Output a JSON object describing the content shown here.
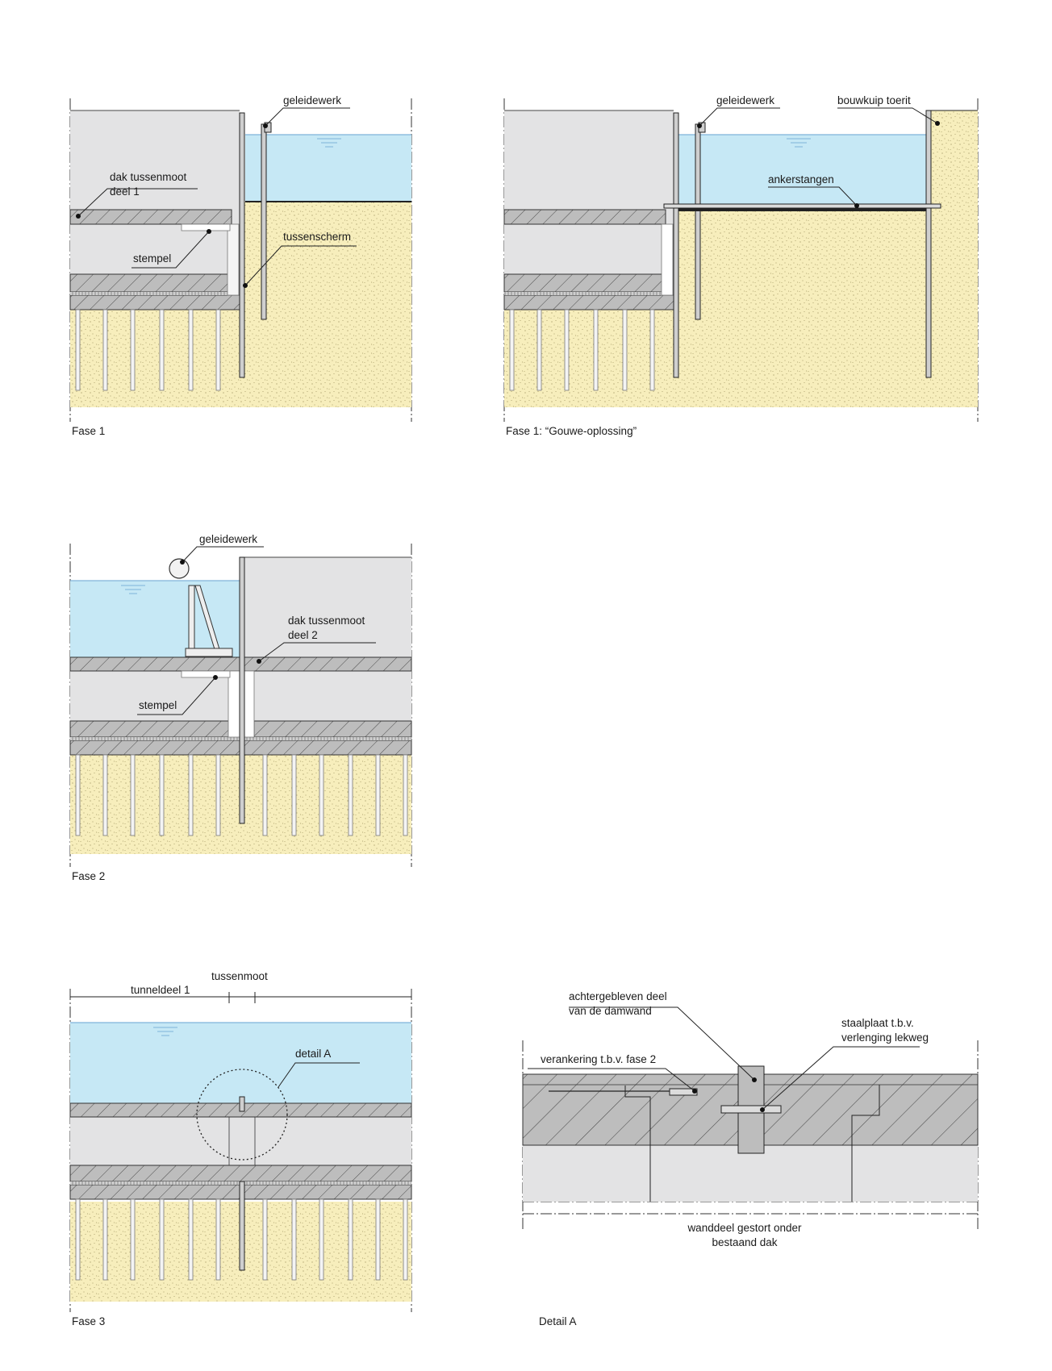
{
  "panels": {
    "fase1": {
      "caption": "Fase 1",
      "labels": {
        "geleidewerk": "geleidewerk",
        "dak_line1": "dak tussenmoot",
        "dak_line2": "deel 1",
        "stempel": "stempel",
        "tussenscherm": "tussenscherm"
      }
    },
    "gouwe": {
      "caption": "Fase 1: “Gouwe-oplossing”",
      "labels": {
        "geleidewerk": "geleidewerk",
        "bouwkuip": "bouwkuip toerit",
        "ankerstangen": "ankerstangen"
      }
    },
    "fase2": {
      "caption": "Fase 2",
      "labels": {
        "geleidewerk": "geleidewerk",
        "dak_line1": "dak tussenmoot",
        "dak_line2": "deel 2",
        "stempel": "stempel"
      }
    },
    "fase3": {
      "caption": "Fase 3",
      "labels": {
        "tussenmoot": "tussenmoot",
        "tunneldeel": "tunneldeel 1",
        "detail": "detail A"
      }
    },
    "detailA": {
      "caption": "Detail A",
      "labels": {
        "achter_line1": "achtergebleven deel",
        "achter_line2": "van de damwand",
        "staal_line1": "staalplaat t.b.v.",
        "staal_line2": "verlenging lekweg",
        "verankering": "verankering t.b.v. fase 2",
        "wanddeel_line1": "wanddeel gestort onder",
        "wanddeel_line2": "bestaand dak"
      }
    }
  },
  "colors": {
    "water": "#c6e8f5",
    "water_line": "#7fb3d9",
    "soil": "#f7eebc",
    "concrete": "#e3e3e4",
    "slab": "#bdbdbd",
    "outline": "#2b2b2b"
  }
}
